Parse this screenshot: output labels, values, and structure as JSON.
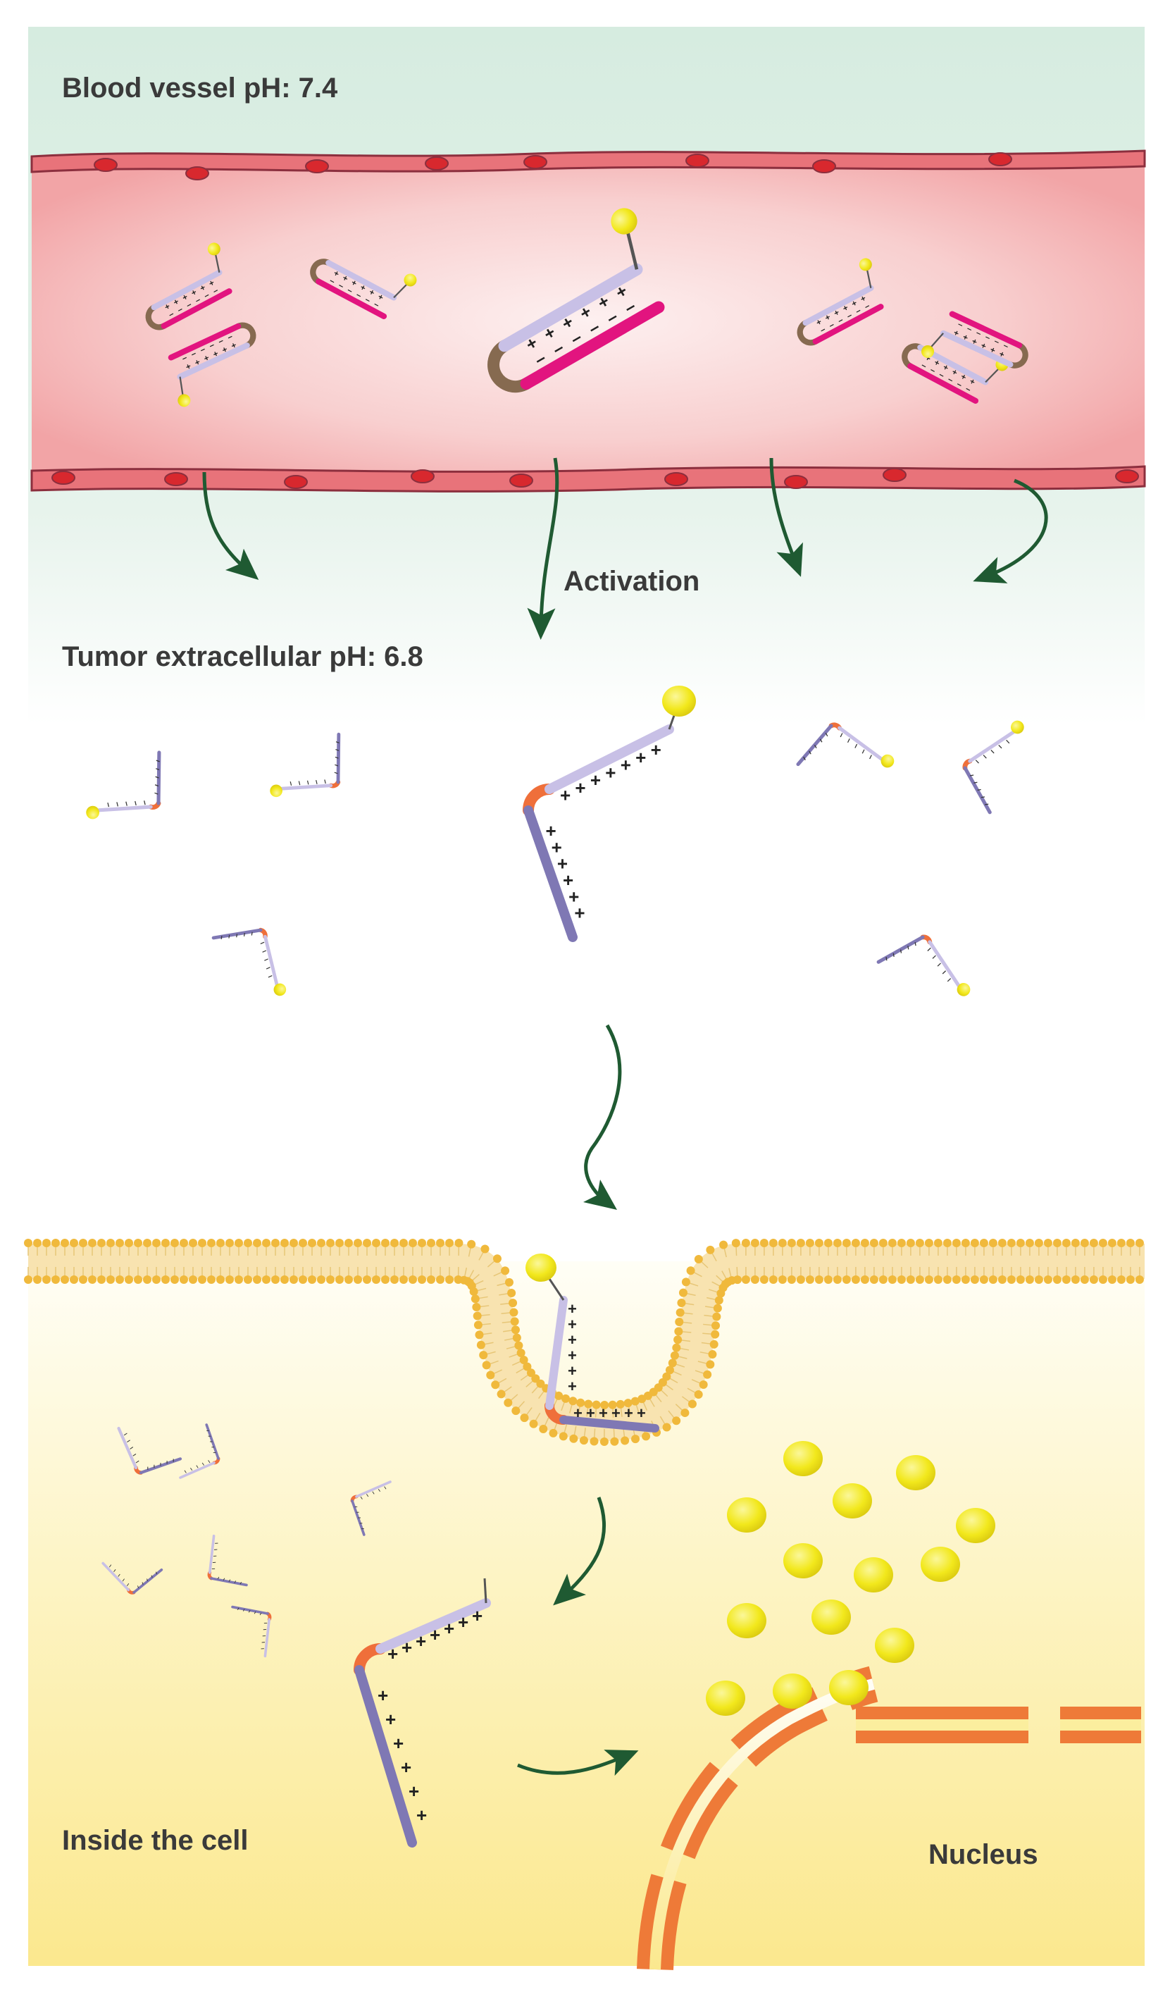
{
  "labels": {
    "blood_vessel": "Blood vessel pH: 7.4",
    "activation": "Activation",
    "tumor_extracellular": "Tumor extracellular pH: 6.8",
    "inside_cell": "Inside the cell",
    "nucleus": "Nucleus"
  },
  "symbols": {
    "plus": "+",
    "minus": "–"
  },
  "colors": {
    "upper_bg": "#d6ece0",
    "vessel_inner": "#fbe8e8",
    "vessel_edge": "#f3a5a5",
    "vessel_wall": "#e8737a",
    "vessel_outline": "#8c2f3e",
    "wall_nucleus": "#d8282e",
    "cell_bg_top": "#fffdf0",
    "cell_bg_bottom": "#fbe98f",
    "membrane": "#f0b93c",
    "lavender_arm": "#c8c0e6",
    "purple_arm": "#7f78b4",
    "magenta_strand": "#e2147f",
    "brown_loop": "#866a50",
    "orange_hinge": "#ef6f3a",
    "cargo_yellow": "#f4ec1c",
    "arrow_green": "#1f5a32",
    "nucleus_envelope": "#ee7a38",
    "text": "#3a3a3a"
  }
}
